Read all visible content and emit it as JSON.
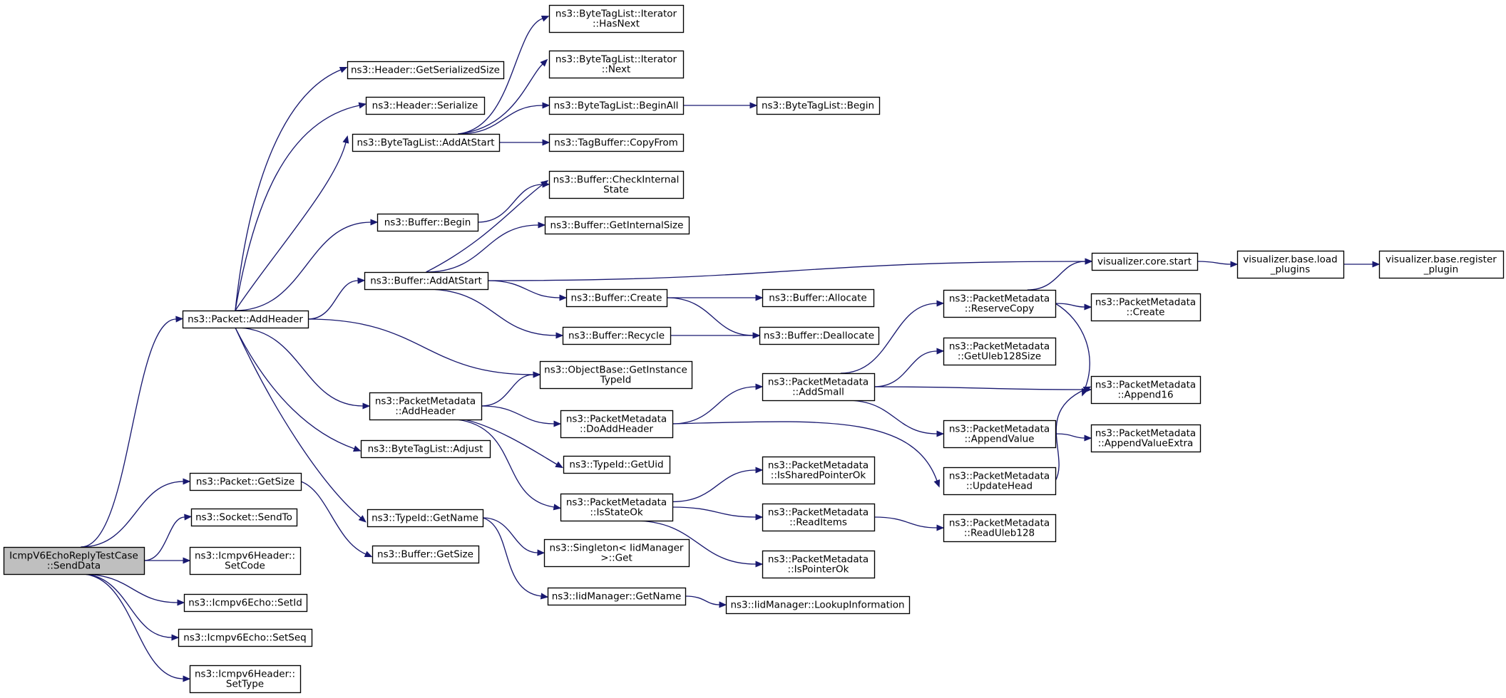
{
  "colors": {
    "edge": "#191970",
    "node_border": "#000000",
    "node_fill": "#ffffff",
    "root_fill": "#bfbfbf",
    "truncated_border": "#ff0000"
  },
  "nodes": {
    "sendData": {
      "lines": [
        "IcmpV6EchoReplyTestCase",
        "::SendData"
      ],
      "root": true
    },
    "packetAddHeader": {
      "lines": [
        "ns3::Packet::AddHeader"
      ]
    },
    "packetGetSize": {
      "lines": [
        "ns3::Packet::GetSize"
      ]
    },
    "socketSendTo": {
      "lines": [
        "ns3::Socket::SendTo"
      ]
    },
    "icmpSetCode": {
      "lines": [
        "ns3::Icmpv6Header::",
        "SetCode"
      ]
    },
    "echoSetId": {
      "lines": [
        "ns3::Icmpv6Echo::SetId"
      ]
    },
    "echoSetSeq": {
      "lines": [
        "ns3::Icmpv6Echo::SetSeq"
      ]
    },
    "icmpSetType": {
      "lines": [
        "ns3::Icmpv6Header::",
        "SetType"
      ]
    },
    "headerGetSerializedSize": {
      "lines": [
        "ns3::Header::GetSerializedSize"
      ]
    },
    "headerSerialize": {
      "lines": [
        "ns3::Header::Serialize"
      ]
    },
    "btlAddAtStart": {
      "lines": [
        "ns3::ByteTagList::AddAtStart"
      ]
    },
    "bufferBegin": {
      "lines": [
        "ns3::Buffer::Begin"
      ]
    },
    "bufferAddAtStart": {
      "lines": [
        "ns3::Buffer::AddAtStart"
      ]
    },
    "pmAddHeader": {
      "lines": [
        "ns3::PacketMetadata",
        "::AddHeader"
      ]
    },
    "btlAdjust": {
      "lines": [
        "ns3::ByteTagList::Adjust"
      ]
    },
    "typeIdGetName": {
      "lines": [
        "ns3::TypeId::GetName"
      ]
    },
    "bufferGetSize": {
      "lines": [
        "ns3::Buffer::GetSize"
      ]
    },
    "btlIterHasNext": {
      "lines": [
        "ns3::ByteTagList::Iterator",
        "::HasNext"
      ]
    },
    "btlIterNext": {
      "lines": [
        "ns3::ByteTagList::Iterator",
        "::Next"
      ]
    },
    "btlBeginAll": {
      "lines": [
        "ns3::ByteTagList::BeginAll"
      ]
    },
    "tagBufferCopyFrom": {
      "lines": [
        "ns3::TagBuffer::CopyFrom"
      ]
    },
    "bufferCheckInternalState": {
      "lines": [
        "ns3::Buffer::CheckInternal",
        "State"
      ]
    },
    "bufferGetInternalSize": {
      "lines": [
        "ns3::Buffer::GetInternalSize"
      ]
    },
    "bufferCreate": {
      "lines": [
        "ns3::Buffer::Create"
      ]
    },
    "bufferRecycle": {
      "lines": [
        "ns3::Buffer::Recycle"
      ]
    },
    "objGetInstanceTypeId": {
      "lines": [
        "ns3::ObjectBase::GetInstance",
        "TypeId"
      ]
    },
    "pmDoAddHeader": {
      "lines": [
        "ns3::PacketMetadata",
        "::DoAddHeader"
      ]
    },
    "typeIdGetUid": {
      "lines": [
        "ns3::TypeId::GetUid"
      ]
    },
    "pmIsStateOk": {
      "lines": [
        "ns3::PacketMetadata",
        "::IsStateOk"
      ]
    },
    "singletonGet": {
      "lines": [
        "ns3::Singleton< IidManager",
        ">::Get"
      ]
    },
    "iidGetName": {
      "lines": [
        "ns3::IidManager::GetName"
      ]
    },
    "btlBegin": {
      "lines": [
        "ns3::ByteTagList::Begin"
      ]
    },
    "bufferAllocate": {
      "lines": [
        "ns3::Buffer::Allocate"
      ]
    },
    "bufferDeallocate": {
      "lines": [
        "ns3::Buffer::Deallocate"
      ]
    },
    "pmAddSmall": {
      "lines": [
        "ns3::PacketMetadata",
        "::AddSmall"
      ]
    },
    "pmIsSharedPointerOk": {
      "lines": [
        "ns3::PacketMetadata",
        "::IsSharedPointerOk"
      ]
    },
    "pmReadItems": {
      "lines": [
        "ns3::PacketMetadata",
        "::ReadItems"
      ]
    },
    "pmIsPointerOk": {
      "lines": [
        "ns3::PacketMetadata",
        "::IsPointerOk"
      ]
    },
    "iidLookupInformation": {
      "lines": [
        "ns3::IidManager::LookupInformation"
      ]
    },
    "vizCoreStart": {
      "lines": [
        "visualizer.core.start"
      ]
    },
    "pmReserveCopy": {
      "lines": [
        "ns3::PacketMetadata",
        "::ReserveCopy"
      ],
      "truncated": true
    },
    "pmGetUleb128Size": {
      "lines": [
        "ns3::PacketMetadata",
        "::GetUleb128Size"
      ]
    },
    "pmAppendValue": {
      "lines": [
        "ns3::PacketMetadata",
        "::AppendValue"
      ]
    },
    "pmUpdateHead": {
      "lines": [
        "ns3::PacketMetadata",
        "::UpdateHead"
      ]
    },
    "pmReadUleb128": {
      "lines": [
        "ns3::PacketMetadata",
        "::ReadUleb128"
      ]
    },
    "pmCreate": {
      "lines": [
        "ns3::PacketMetadata",
        "::Create"
      ],
      "truncated": true
    },
    "pmAppend16": {
      "lines": [
        "ns3::PacketMetadata",
        "::Append16"
      ]
    },
    "pmAppendValueExtra": {
      "lines": [
        "ns3::PacketMetadata",
        "::AppendValueExtra"
      ]
    },
    "vizLoadPlugins": {
      "lines": [
        "visualizer.base.load",
        "_plugins"
      ]
    },
    "vizRegisterPlugin": {
      "lines": [
        "visualizer.base.register",
        "_plugin"
      ]
    }
  },
  "edges": [
    [
      "sendData",
      "packetAddHeader"
    ],
    [
      "sendData",
      "packetGetSize"
    ],
    [
      "sendData",
      "socketSendTo"
    ],
    [
      "sendData",
      "icmpSetCode"
    ],
    [
      "sendData",
      "echoSetId"
    ],
    [
      "sendData",
      "echoSetSeq"
    ],
    [
      "sendData",
      "icmpSetType"
    ],
    [
      "packetAddHeader",
      "headerGetSerializedSize"
    ],
    [
      "packetAddHeader",
      "headerSerialize"
    ],
    [
      "packetAddHeader",
      "btlAddAtStart"
    ],
    [
      "packetAddHeader",
      "bufferBegin"
    ],
    [
      "packetAddHeader",
      "bufferAddAtStart"
    ],
    [
      "packetAddHeader",
      "objGetInstanceTypeId"
    ],
    [
      "packetAddHeader",
      "pmAddHeader"
    ],
    [
      "packetAddHeader",
      "btlAdjust"
    ],
    [
      "packetAddHeader",
      "typeIdGetName"
    ],
    [
      "packetGetSize",
      "bufferGetSize"
    ],
    [
      "btlAddAtStart",
      "btlIterHasNext"
    ],
    [
      "btlAddAtStart",
      "btlIterNext"
    ],
    [
      "btlAddAtStart",
      "btlBeginAll"
    ],
    [
      "btlAddAtStart",
      "tagBufferCopyFrom"
    ],
    [
      "btlBeginAll",
      "btlBegin"
    ],
    [
      "bufferBegin",
      "bufferCheckInternalState"
    ],
    [
      "bufferAddAtStart",
      "bufferCheckInternalState"
    ],
    [
      "bufferAddAtStart",
      "bufferGetInternalSize"
    ],
    [
      "bufferAddAtStart",
      "vizCoreStart"
    ],
    [
      "bufferAddAtStart",
      "bufferCreate"
    ],
    [
      "bufferAddAtStart",
      "bufferRecycle"
    ],
    [
      "bufferCreate",
      "bufferAllocate"
    ],
    [
      "bufferCreate",
      "bufferDeallocate"
    ],
    [
      "bufferRecycle",
      "bufferDeallocate"
    ],
    [
      "pmAddHeader",
      "objGetInstanceTypeId"
    ],
    [
      "pmAddHeader",
      "pmDoAddHeader"
    ],
    [
      "pmAddHeader",
      "typeIdGetUid"
    ],
    [
      "pmAddHeader",
      "pmIsStateOk"
    ],
    [
      "typeIdGetName",
      "singletonGet"
    ],
    [
      "typeIdGetName",
      "iidGetName"
    ],
    [
      "iidGetName",
      "iidLookupInformation"
    ],
    [
      "pmDoAddHeader",
      "pmAddSmall"
    ],
    [
      "pmDoAddHeader",
      "pmUpdateHead"
    ],
    [
      "pmIsStateOk",
      "pmIsSharedPointerOk"
    ],
    [
      "pmIsStateOk",
      "pmReadItems"
    ],
    [
      "pmIsStateOk",
      "pmIsPointerOk"
    ],
    [
      "pmReadItems",
      "pmReadUleb128"
    ],
    [
      "pmAddSmall",
      "pmReserveCopy"
    ],
    [
      "pmAddSmall",
      "pmGetUleb128Size"
    ],
    [
      "pmAddSmall",
      "pmAppend16"
    ],
    [
      "pmAddSmall",
      "pmAppendValue"
    ],
    [
      "pmReserveCopy",
      "vizCoreStart"
    ],
    [
      "pmReserveCopy",
      "pmCreate"
    ],
    [
      "pmReserveCopy",
      "pmAppend16"
    ],
    [
      "pmAppendValue",
      "pmAppendValueExtra"
    ],
    [
      "pmUpdateHead",
      "pmAppend16"
    ],
    [
      "vizCoreStart",
      "vizLoadPlugins"
    ],
    [
      "vizLoadPlugins",
      "vizRegisterPlugin"
    ]
  ]
}
